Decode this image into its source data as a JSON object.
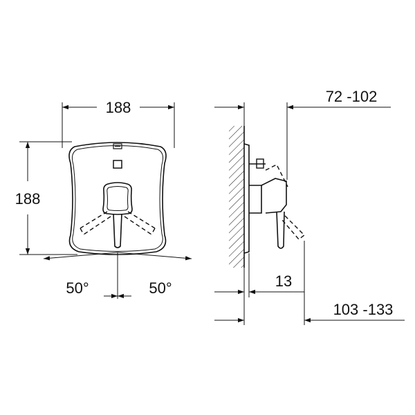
{
  "front_view": {
    "width_label": "188",
    "height_label": "188",
    "angle_left_label": "50°",
    "angle_right_label": "50°"
  },
  "side_view": {
    "handle_depth_label": "72 -102",
    "plate_thickness_label": "13",
    "total_depth_label": "103 -133"
  },
  "colors": {
    "line": "#111111",
    "background": "#ffffff"
  }
}
